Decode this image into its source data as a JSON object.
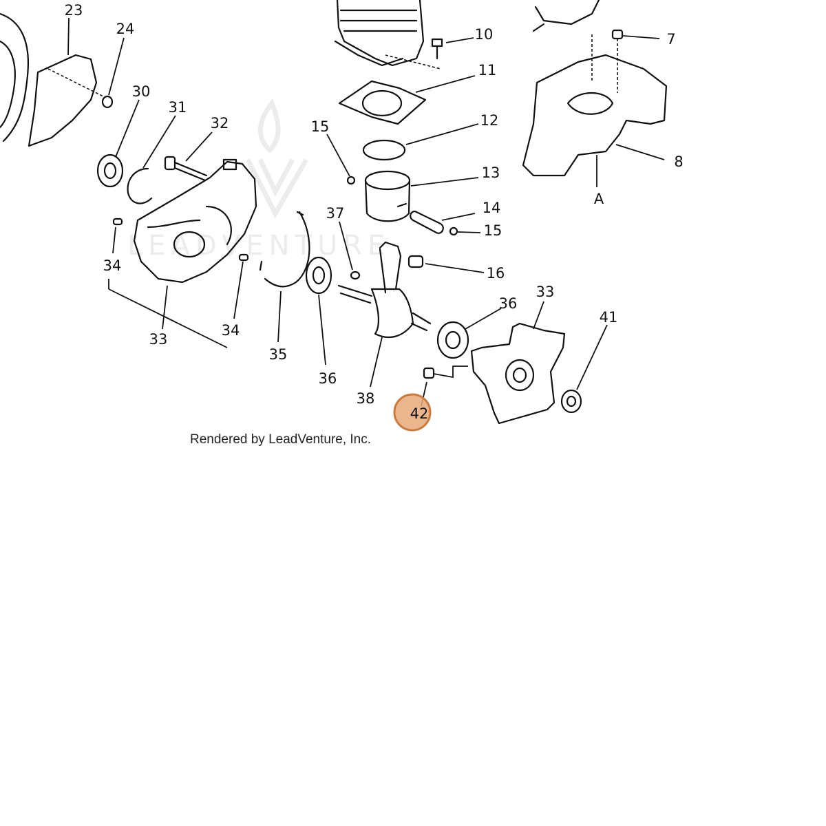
{
  "callouts": {
    "c7": "7",
    "c8": "8",
    "c10": "10",
    "c11": "11",
    "c12": "12",
    "c13": "13",
    "c14": "14",
    "c15a": "15",
    "c15b": "15",
    "c16": "16",
    "c23": "23",
    "c24": "24",
    "c30": "30",
    "c31": "31",
    "c32": "32",
    "c33a": "33",
    "c33b": "33",
    "c34a": "34",
    "c34b": "34",
    "c35": "35",
    "c36a": "36",
    "c36b": "36",
    "c37": "37",
    "c38": "38",
    "c41": "41",
    "cA": "A"
  },
  "highlight": {
    "label": "42",
    "color": "#e8a97a"
  },
  "footer": {
    "text": "Rendered by LeadVenture, Inc."
  }
}
